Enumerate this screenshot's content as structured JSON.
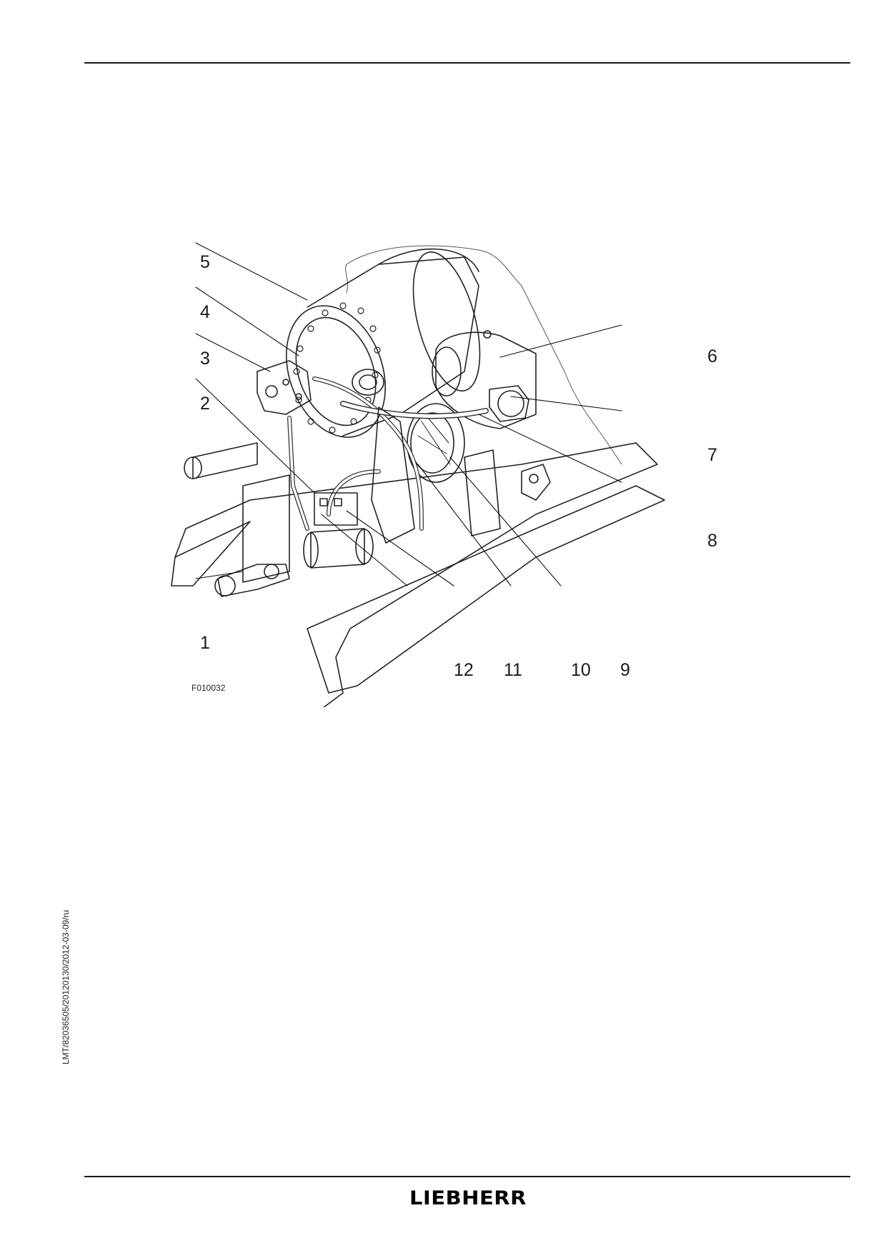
{
  "figure": {
    "id": "F010032",
    "callouts": [
      {
        "n": "1"
      },
      {
        "n": "2"
      },
      {
        "n": "3"
      },
      {
        "n": "4"
      },
      {
        "n": "5"
      },
      {
        "n": "6"
      },
      {
        "n": "7"
      },
      {
        "n": "8"
      },
      {
        "n": "9"
      },
      {
        "n": "10"
      },
      {
        "n": "11"
      },
      {
        "n": "12"
      }
    ]
  },
  "side_code": "LMT/82036505/20120130/2012-03-09/ru",
  "footer": {
    "logo": "LIEBHERR"
  }
}
